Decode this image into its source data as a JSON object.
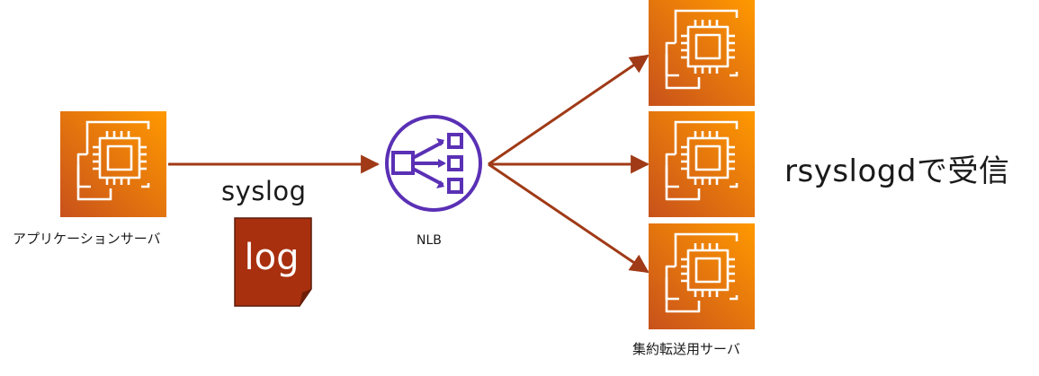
{
  "labels": {
    "app_server": "アプリケーションサーバ",
    "syslog": "syslog",
    "log_file": "log",
    "nlb": "NLB",
    "receive": "rsyslogdで受信",
    "aggregation_servers": "集約転送用サーバ"
  },
  "icons": {
    "server": "ec2-instance-icon",
    "load_balancer": "network-load-balancer-icon",
    "log_document": "log-file-icon"
  },
  "colors": {
    "ec2_gradient_start": "#c8511b",
    "ec2_gradient_end": "#ff9900",
    "arrow": "#a03a17",
    "nlb": "#5a30b5",
    "log_doc": "#a8300f",
    "log_doc_dark": "#6e1f0a"
  }
}
